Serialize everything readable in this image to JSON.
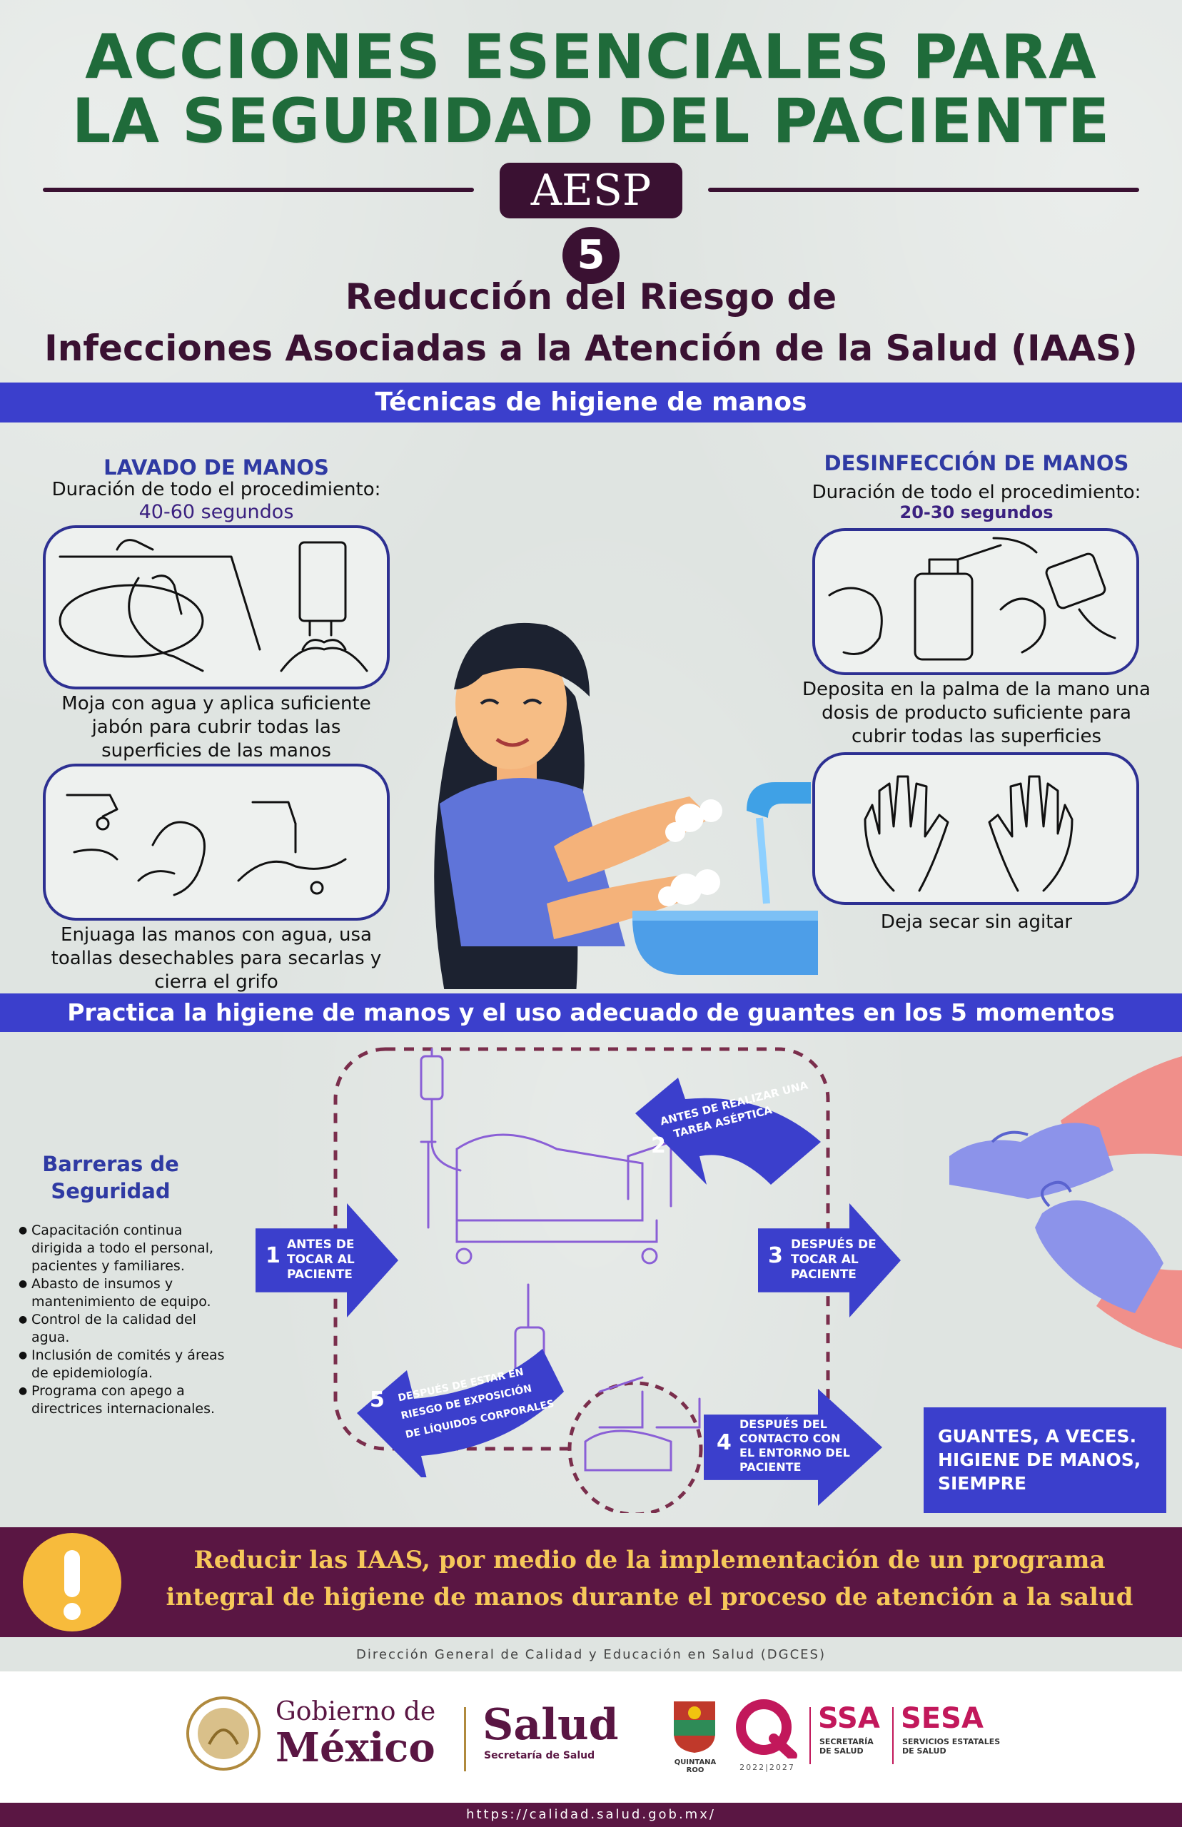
{
  "header": {
    "title_line1": "ACCIONES ESENCIALES PARA",
    "title_line2": "LA SEGURIDAD DEL PACIENTE",
    "badge": "AESP",
    "number": "5",
    "subtitle_line1": "Reducción del Riesgo de",
    "subtitle_line2": "Infecciones Asociadas a la Atención de la Salud (IAAS)"
  },
  "section1": {
    "band": "Técnicas de higiene de manos",
    "lavado": {
      "title": "LAVADO DE MANOS",
      "duration_label": "Duración de todo el procedimiento:",
      "duration": "40-60 segundos",
      "step1": "Moja con agua y aplica suficiente jabón para cubrir todas las superficies de las manos",
      "step2": "Enjuaga las manos con agua, usa toallas desechables para secarlas y cierra el grifo"
    },
    "desinfeccion": {
      "title": "DESINFECCIÓN DE MANOS",
      "duration_label": "Duración de todo el procedimiento:",
      "duration": "20-30 segundos",
      "step1": "Deposita en la palma de la mano una dosis de producto suficiente para cubrir todas las superficies",
      "step2": "Deja secar sin agitar"
    }
  },
  "section2": {
    "band": "Practica la higiene de manos y el uso adecuado de guantes en los 5 momentos",
    "barreras_title_1": "Barreras de",
    "barreras_title_2": "Seguridad",
    "barreras": [
      "Capacitación continua dirigida a todo el personal, pacientes y familiares.",
      "Abasto de insumos y mantenimiento de equipo.",
      "Control de la calidad del agua.",
      "Inclusión de comités y áreas de epidemiología.",
      "Programa con apego a directrices internacionales."
    ],
    "moments": [
      {
        "num": "1",
        "label_1": "ANTES DE",
        "label_2": "TOCAR AL",
        "label_3": "PACIENTE"
      },
      {
        "num": "2",
        "label_1": "ANTES DE REALIZAR UNA",
        "label_2": "TAREA ASÉPTICA"
      },
      {
        "num": "3",
        "label_1": "DESPUÉS DE",
        "label_2": "TOCAR AL",
        "label_3": "PACIENTE"
      },
      {
        "num": "4",
        "label_1": "DESPUÉS DEL",
        "label_2": "CONTACTO CON",
        "label_3": "EL ENTORNO DEL",
        "label_4": "PACIENTE"
      },
      {
        "num": "5",
        "label_1": "DESPUÉS DE ESTAR EN",
        "label_2": "RIESGO DE EXPOSICIÓN",
        "label_3": "DE LÍQUIDOS CORPORALES"
      }
    ],
    "guantes_1": "GUANTES, A VECES.",
    "guantes_2": "HIGIENE DE MANOS,",
    "guantes_3": "SIEMPRE"
  },
  "callout": {
    "line1": "Reducir las IAAS, por medio de la implementación de un programa",
    "line2": "integral de higiene de manos durante el proceso de atención a la salud"
  },
  "footer": {
    "dgces": "Dirección General de Calidad y Educación en Salud (DGCES)",
    "gob_1": "Gobierno de",
    "gob_2": "México",
    "salud": "Salud",
    "salud_sub": "Secretaría de Salud",
    "qroo": "QUINTANA ROO",
    "years": "2022|2027",
    "ssa": "SSA",
    "ssa_sub_1": "SECRETARÍA",
    "ssa_sub_2": "DE SALUD",
    "sesa": "SESA",
    "sesa_sub_1": "SERVICIOS ESTATALES",
    "sesa_sub_2": "DE SALUD",
    "url": "https://calidad.salud.gob.mx/"
  },
  "colors": {
    "title_green": "#1f6b3a",
    "plum": "#3a1132",
    "band_blue": "#3b3fcc",
    "callout_plum": "#5a1643",
    "callout_gold": "#f6c85a"
  }
}
